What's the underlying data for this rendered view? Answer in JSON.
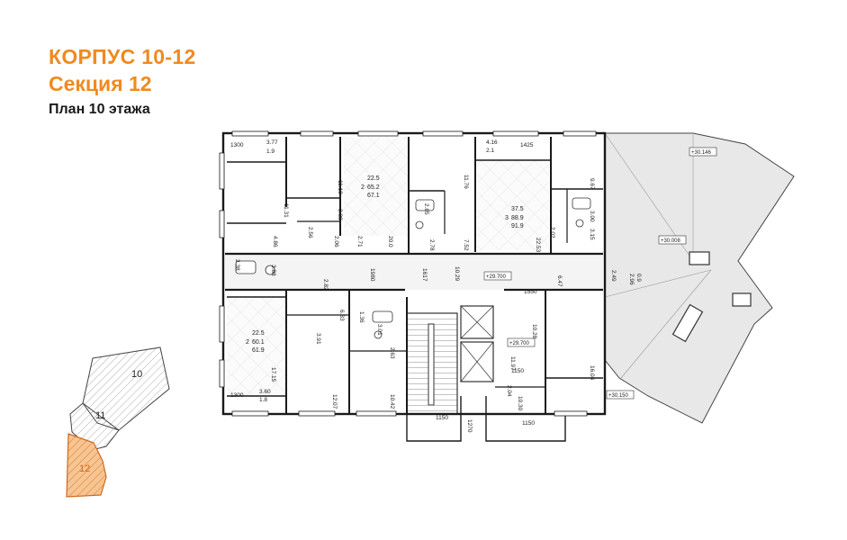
{
  "header": {
    "building": "КОРПУС 10-12",
    "section": "Секция 12",
    "floor_plan": "План 10 этажа"
  },
  "colors": {
    "accent": "#ef8a1f",
    "wall": "#1a1a1a",
    "floor_hatch": "#c9c9c9",
    "terrace": "#e6e6e6"
  },
  "key_plan": {
    "sections": [
      "10",
      "11",
      "12"
    ],
    "highlighted": "12"
  },
  "apartments": [
    {
      "rooms": "2",
      "living": "22.5",
      "total": "65.2",
      "total_with_balcony": "67.1"
    },
    {
      "rooms": "3",
      "living": "37.5",
      "total": "88.9",
      "total_with_balcony": "91.9"
    },
    {
      "rooms": "2",
      "living": "22.5",
      "total": "60.1",
      "total_with_balcony": "61.9"
    }
  ],
  "room_areas": [
    "3.77",
    "1.9",
    "11.18",
    "11.31",
    "3.88",
    "2.56",
    "2.06",
    "4.86",
    "2.38",
    "3.88",
    "2.71",
    "20.0",
    "2.85",
    "2.78",
    "7.52",
    "11.76",
    "4.16",
    "2.1",
    "22.53",
    "2.02",
    "9.67",
    "3.00",
    "3.15",
    "6.83",
    "1.36",
    "3.01",
    "2.82",
    "3.91",
    "2.63",
    "17.15",
    "3.60",
    "1.8",
    "12.07",
    "10.42",
    "11.97",
    "2.04",
    "16.04",
    "6.47",
    "2.49",
    "2.96",
    "0.9",
    "10.29",
    "10.28",
    "10.30"
  ],
  "dimensions": [
    "1300",
    "1425",
    "1300",
    "1550",
    "1980",
    "1617",
    "1150",
    "1150",
    "1150",
    "1270"
  ],
  "elevations": [
    "+30.146",
    "+30.008",
    "+29.700",
    "+29.700",
    "+30.150"
  ]
}
